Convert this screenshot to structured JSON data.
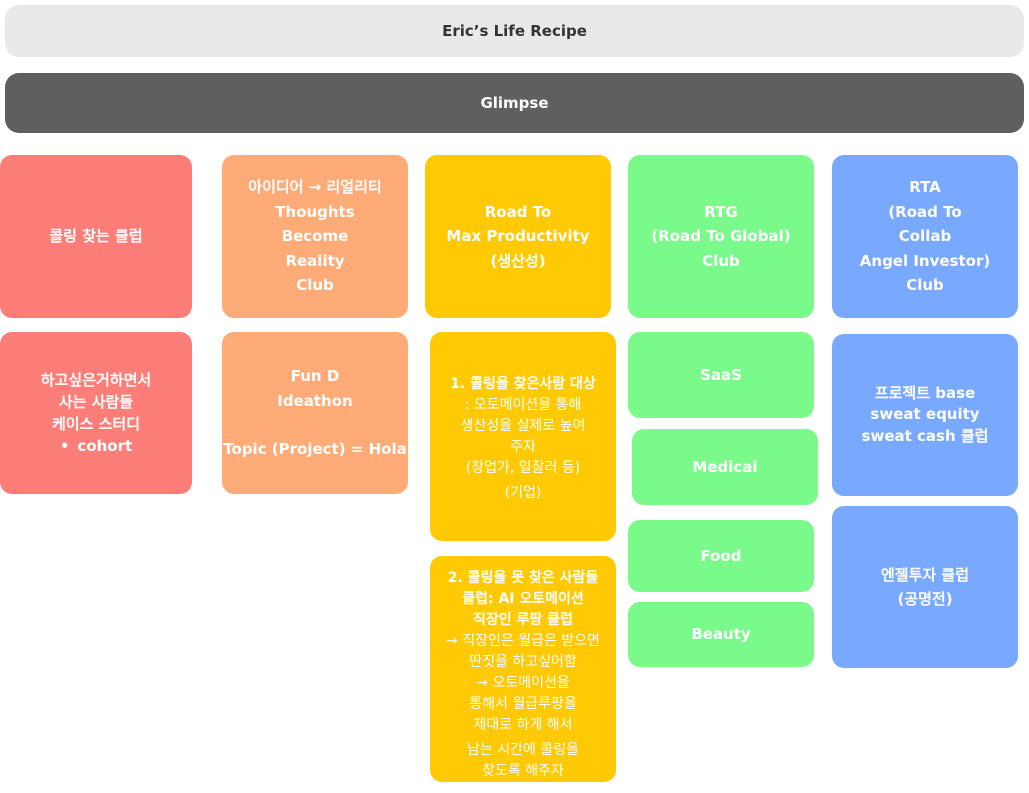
{
  "header": {
    "title": "Eric’s Life Recipe"
  },
  "banner": {
    "label": "Glimpse"
  },
  "columns": {
    "red": {
      "head": {
        "lines": [
          "콜링 찾는 클럽"
        ]
      },
      "cards": [
        {
          "lines": [
            "하고싶은거하면서",
            "사는 사람들",
            "케이스 스터디"
          ],
          "bullet": "cohort"
        }
      ]
    },
    "orange": {
      "head": {
        "lines": [
          "아이디어 → 리얼리티",
          "Thoughts",
          "Become",
          "Reality",
          "Club"
        ]
      },
      "cards": [
        {
          "lines": [
            "Fun D",
            "Ideathon"
          ],
          "extra": "Topic (Project) = Hola"
        }
      ]
    },
    "yellow": {
      "head": {
        "lines": [
          "Road To",
          "Max Productivity",
          "(생산성)"
        ]
      },
      "cards": [
        {
          "title": "1. 콜링을 찾은사람 대상",
          "body": [
            ": 오토메이션을 통해",
            "생산성을 실제로 높여",
            "주자",
            "(창업가, 일잘러 등)",
            "(기업)"
          ]
        },
        {
          "title": [
            "2. 콜링을 못 찾은 사람들",
            "클럽: AI 오토메이션",
            "직장인 루팡 클럽"
          ],
          "body": [
            "→ 직장인은 월급은 받으면",
            "딴짓을 하고싶어함",
            "→ 오토메이션을",
            "통해서 월급루팡을",
            "제대로 하게 해서",
            "남는 시간에 콜링을",
            "찾도록 해주자"
          ]
        }
      ]
    },
    "green": {
      "head": {
        "lines": [
          "RTG",
          "(Road To Global)",
          "Club"
        ]
      },
      "cards": [
        {
          "label": "SaaS"
        },
        {
          "label": "Medical"
        },
        {
          "label": "Food"
        },
        {
          "label": "Beauty"
        }
      ]
    },
    "blue": {
      "head": {
        "lines": [
          "RTA",
          "(Road To",
          "Collab",
          "Angel Investor)",
          "Club"
        ]
      },
      "cards": [
        {
          "lines": [
            "프로젝트 base",
            "sweat equity",
            "sweat cash 클럽"
          ]
        },
        {
          "lines": [
            "엔젤투자 클럽",
            "(공명전)"
          ]
        }
      ]
    }
  },
  "colors": {
    "title_bar": "#e9e9e9",
    "banner": "#5f5f5f",
    "red": "#fd7e78",
    "orange": "#ffab78",
    "yellow": "#ffc903",
    "green": "#7bfa8c",
    "blue": "#79a9fe"
  }
}
